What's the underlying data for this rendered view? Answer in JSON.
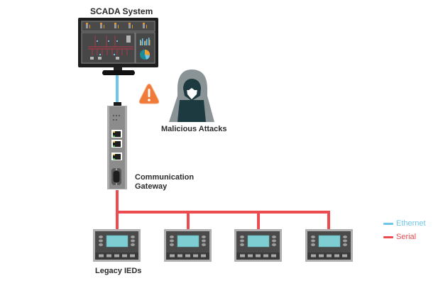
{
  "colors": {
    "ethernet": "#6ec6e8",
    "serial": "#ec4b50",
    "warning": "#ef7a3a",
    "hacker_hood": "#8a9396",
    "hacker_dark": "#1d3a40",
    "ied_screen": "#7ecdd2",
    "device_gray": "#b0b0b0",
    "device_dark": "#4a4a4a"
  },
  "labels": {
    "scada": "SCADA System",
    "attacks": "Malicious Attacks",
    "gateway_line1": "Communication",
    "gateway_line2": "Gateway",
    "ieds": "Legacy IEDs"
  },
  "legend": [
    {
      "label": "Ethernet",
      "color": "#6ec6e8"
    },
    {
      "label": "Serial",
      "color": "#ec4b50"
    }
  ],
  "ieds": [
    {
      "name": "ied-1"
    },
    {
      "name": "ied-2"
    },
    {
      "name": "ied-3"
    },
    {
      "name": "ied-4"
    }
  ]
}
